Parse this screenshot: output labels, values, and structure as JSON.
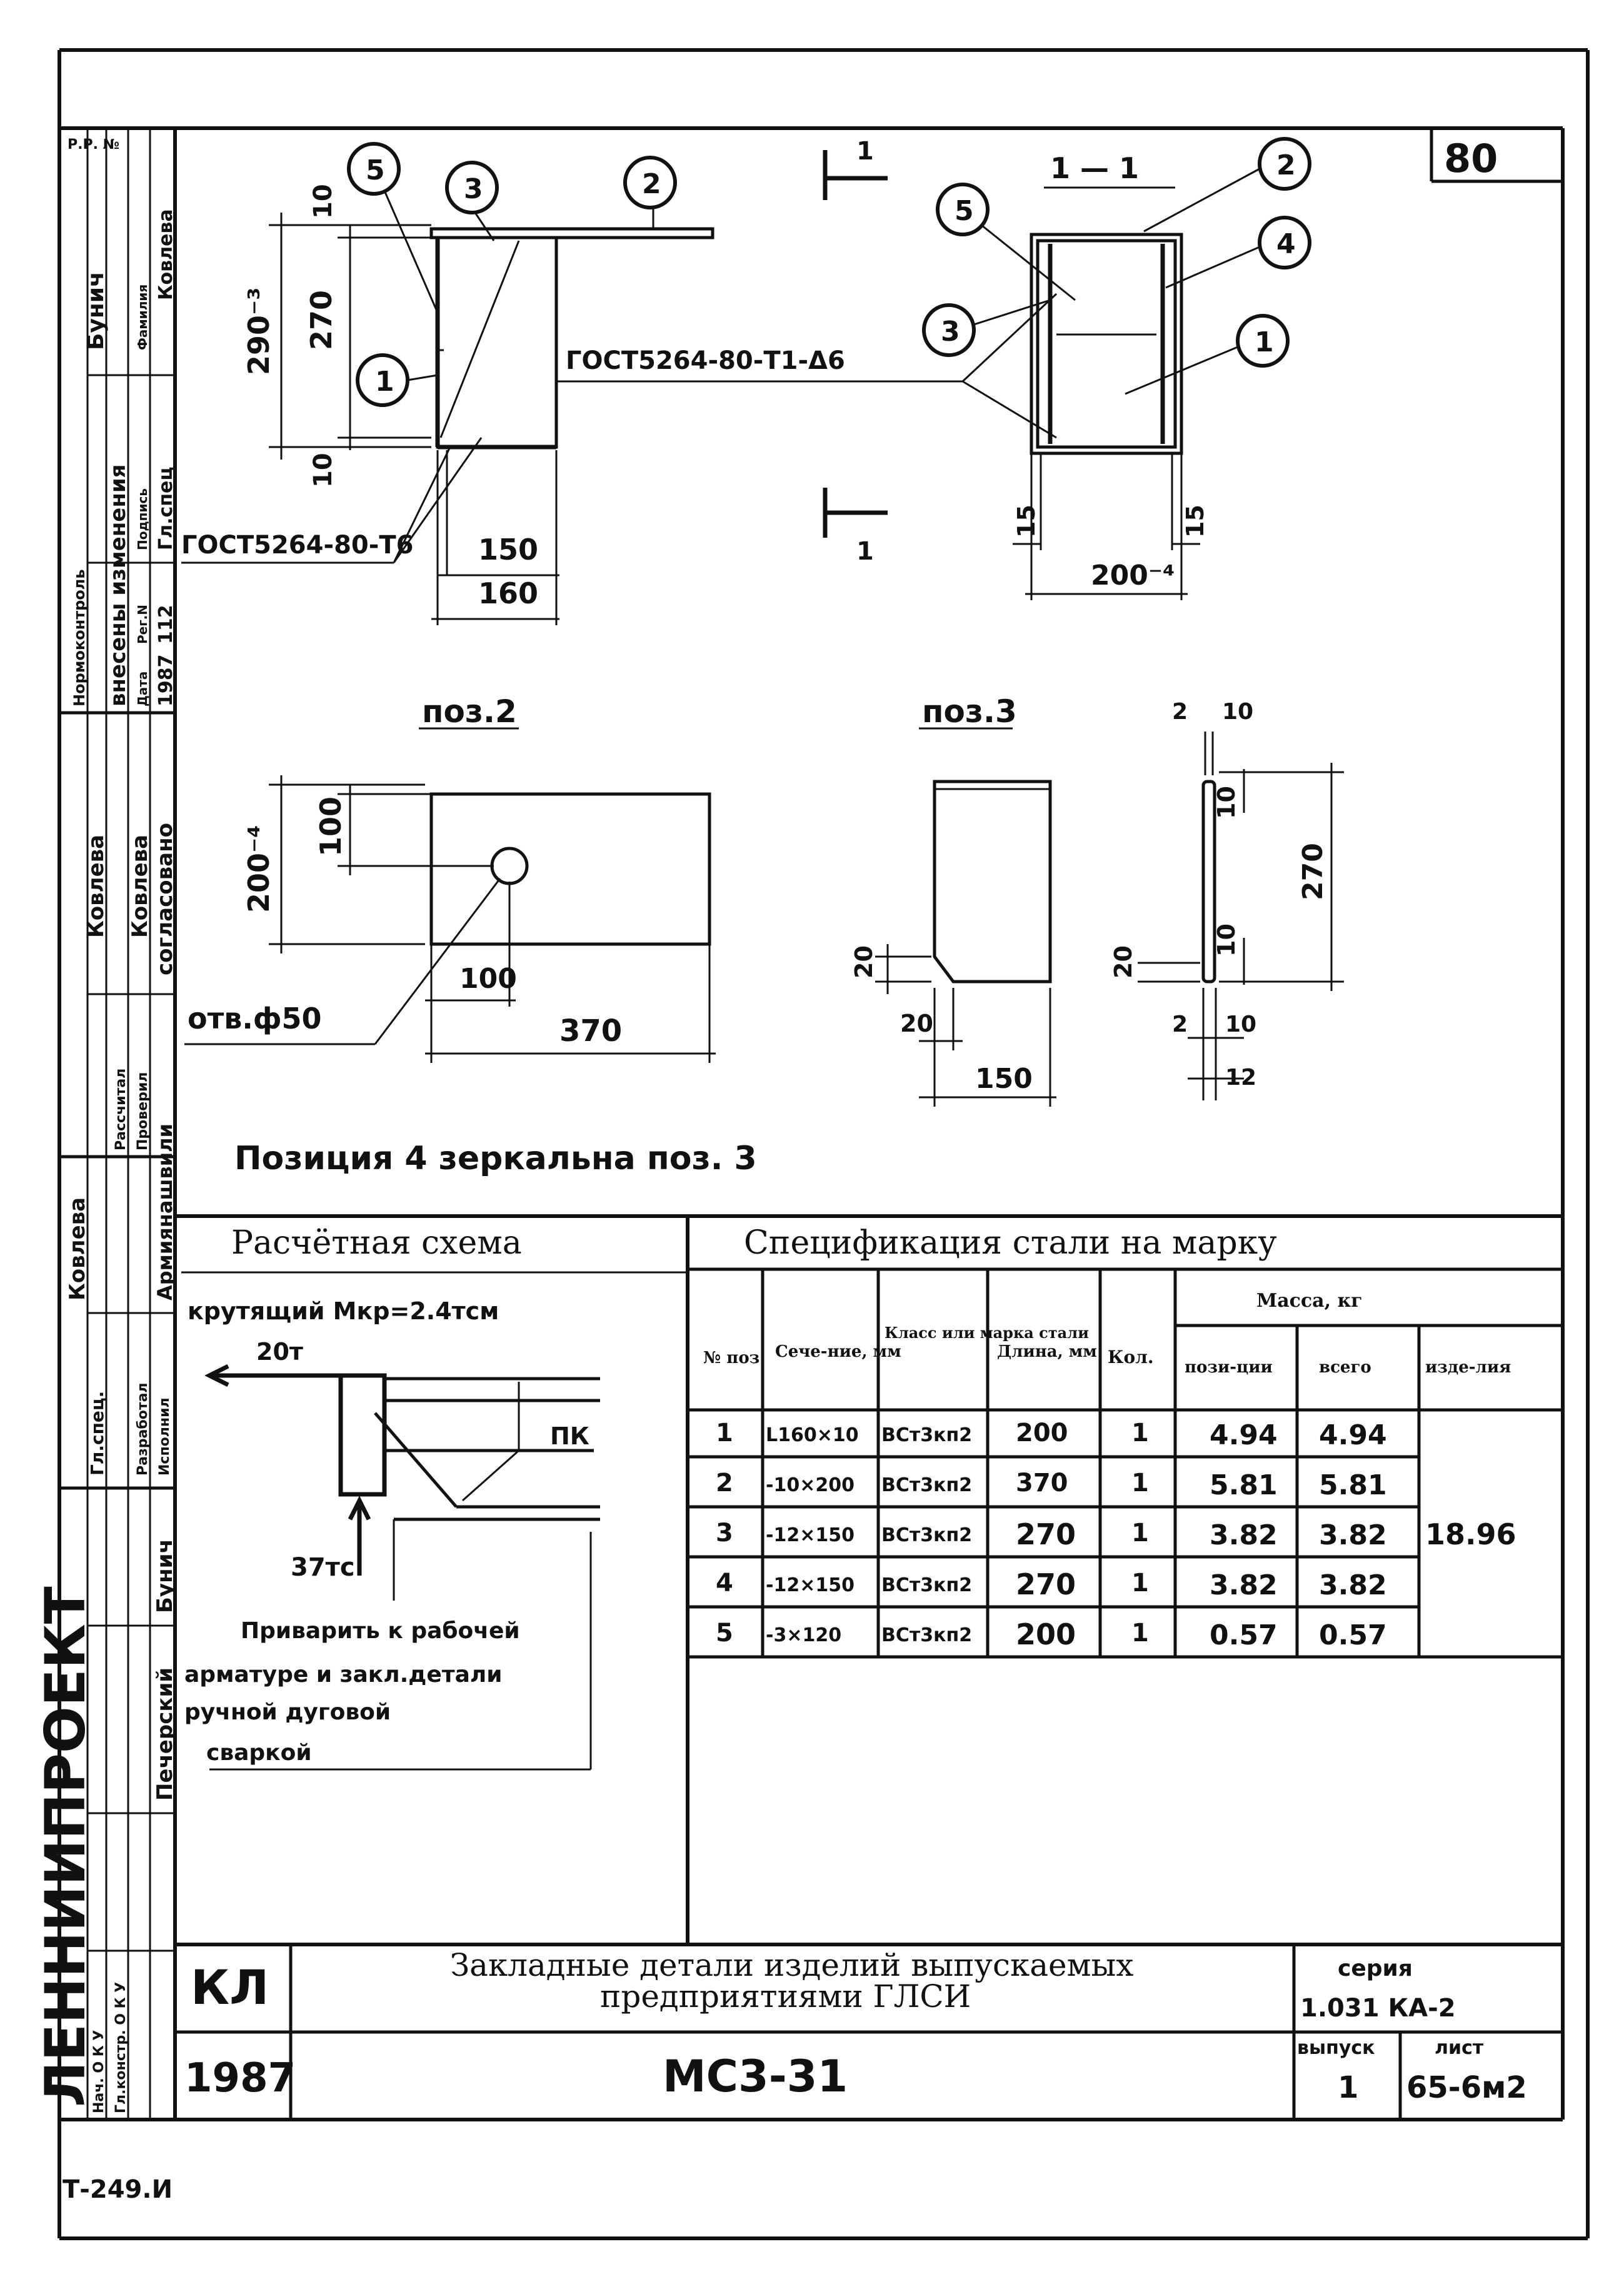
{
  "sheet_number": "80",
  "corner_mark": "Р.Р. №",
  "bottom_code": "Т-249.И",
  "section_mark": "1",
  "section_title": "1 — 1",
  "weld_top": "ГОСТ5264-80-Т1-Δ6",
  "weld_left": "ГОСТ5264-80-Т6",
  "assembly_dims": {
    "h_total": "290⁻³",
    "h_mid": "270",
    "h_top": "10",
    "h_bot": "10",
    "w_inner": "150",
    "w_outer": "160",
    "w_section": "200⁻⁴",
    "edge_left": "15",
    "edge_right": "15"
  },
  "callouts": [
    "1",
    "2",
    "3",
    "4",
    "5"
  ],
  "pos2": {
    "title": "поз.2",
    "height": "200⁻⁴",
    "hole_y": "100",
    "hole_x": "100",
    "length": "370",
    "hole_label": "отв.ф50"
  },
  "pos3": {
    "title": "поз.3",
    "cut": "20",
    "cut_w": "20",
    "width": "150",
    "side_top": "2",
    "side_top2": "10",
    "side_len": "270",
    "side_10a": "10",
    "side_10b": "10",
    "side_20": "20",
    "side_2b": "2",
    "side_10c": "10",
    "side_12": "12"
  },
  "mirror_note": "Позиция 4 зеркальна поз. 3",
  "scheme": {
    "title": "Расчётная схема",
    "torque": "крутящий Мкр=2.4тсм",
    "force_h": "20т",
    "force_v": "37тс",
    "pk": "ПК",
    "note": [
      "Приварить к рабочей",
      "арматуре и закл.детали",
      "ручной дуговой",
      "сваркой"
    ]
  },
  "spec": {
    "title": "Спецификация стали на марку",
    "headers": {
      "pos": "№ поз.",
      "section": "Сече-ние, мм",
      "grade": "Класс или марка стали",
      "length": "Длина, мм",
      "qty": "Кол.",
      "mass": "Масса, кг",
      "mass_pos": "пози-ции",
      "mass_all": "всего",
      "mass_item": "изде-лия"
    },
    "rows": [
      {
        "pos": "1",
        "section": "L160×10",
        "grade": "ВСт3кп2",
        "length": "200",
        "qty": "1",
        "mass_pos": "4.94",
        "mass_all": "4.94"
      },
      {
        "pos": "2",
        "section": "-10×200",
        "grade": "ВСт3кп2",
        "length": "370",
        "qty": "1",
        "mass_pos": "5.81",
        "mass_all": "5.81"
      },
      {
        "pos": "3",
        "section": "-12×150",
        "grade": "ВСт3кп2",
        "length": "270",
        "qty": "1",
        "mass_pos": "3.82",
        "mass_all": "3.82"
      },
      {
        "pos": "4",
        "section": "-12×150",
        "grade": "ВСт3кп2",
        "length": "270",
        "qty": "1",
        "mass_pos": "3.82",
        "mass_all": "3.82"
      },
      {
        "pos": "5",
        "section": "-3×120",
        "grade": "ВСт3кп2",
        "length": "200",
        "qty": "1",
        "mass_pos": "0.57",
        "mass_all": "0.57"
      }
    ],
    "mass_item": "18.96"
  },
  "title_block": {
    "code": "КЛ",
    "year": "1987",
    "name_line1": "Закладные детали изделий выпускаемых",
    "name_line2": "предприятиями ГЛСИ",
    "mark": "МС3-31",
    "series_label": "серия",
    "series": "1.031 КА-2",
    "issue_label": "выпуск",
    "issue": "1",
    "sheet_label": "лист",
    "sheet": "65-6м2"
  },
  "side_stamp": {
    "org": "ЛЕННИИПРОЕКТ",
    "roles": [
      "Нач. О К У",
      "Гл.констр. О К У",
      "Гл.спец.",
      "Разработал",
      "Исполнил",
      "Рассчитал",
      "Проверил"
    ],
    "names": [
      "Ковлева",
      "Ковлева",
      "Ковлева",
      "Печерский",
      "Бунич",
      "Армиянашвили"
    ],
    "agreed": "согласовано",
    "changes": "внесены изменения",
    "change_cols": [
      "Дата",
      "Рег.N",
      "Подпись",
      "Фамилия"
    ],
    "change_vals": [
      "1987",
      "112",
      "Гл.спец",
      "Ковлева"
    ],
    "norm": "Нормоконтроль",
    "bunich": "Бунич"
  }
}
